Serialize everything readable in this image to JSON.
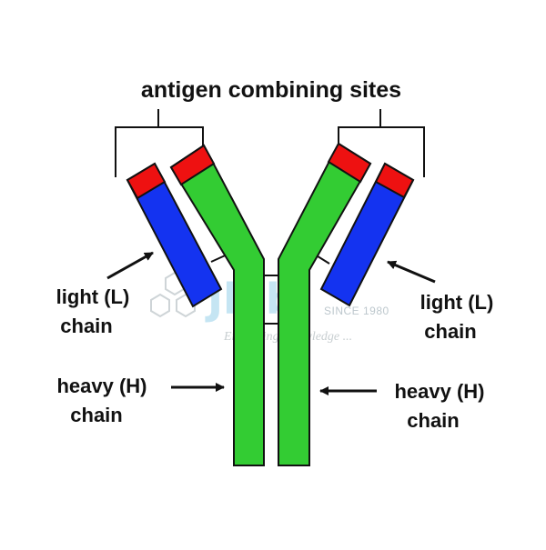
{
  "labels": {
    "title": "antigen combining sites",
    "light_left_1": "light (L)",
    "light_left_2": "chain",
    "light_right_1": "light (L)",
    "light_right_2": "chain",
    "heavy_left_1": "heavy (H)",
    "heavy_left_2": "chain",
    "heavy_right_1": "heavy (H)",
    "heavy_right_2": "chain"
  },
  "watermark": {
    "brand": "Jlab",
    "since": "SINCE 1980",
    "tagline": "Enhancing Knowledge ..."
  },
  "colors": {
    "heavy_chain": "#33cc33",
    "light_chain": "#1433f0",
    "antigen_site": "#ee1111",
    "outline": "#111111"
  }
}
